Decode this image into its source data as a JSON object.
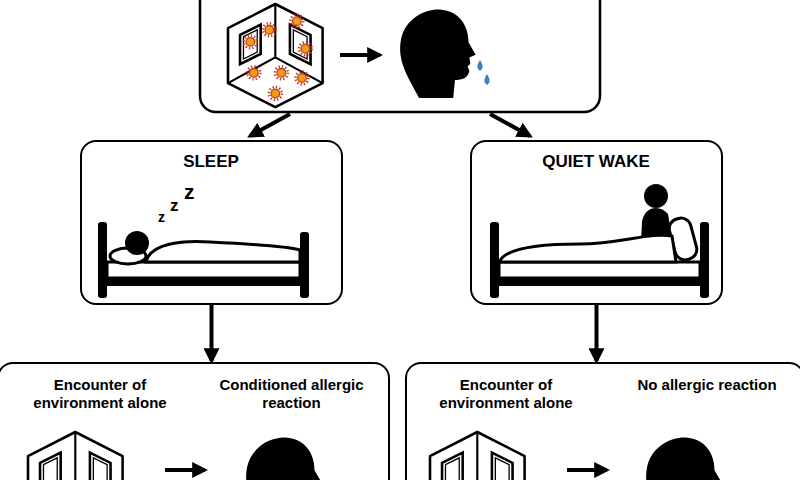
{
  "diagram": {
    "nodes": [
      {
        "text": [
          "SLEEP"
        ]
      },
      {
        "text": [
          "QUIET WAKE"
        ]
      },
      {
        "text": [
          "Encounter of environment alone",
          "Conditioned allergic reaction"
        ]
      },
      {
        "text": [
          "Encounter of environment alone",
          "No allergic reaction"
        ]
      }
    ],
    "edges": [
      {
        "from": 0,
        "to": 2,
        "arrow": "to"
      },
      {
        "from": 1,
        "to": 3,
        "arrow": "to"
      }
    ],
    "labels": [
      "z",
      "z",
      "z"
    ]
  }
}
